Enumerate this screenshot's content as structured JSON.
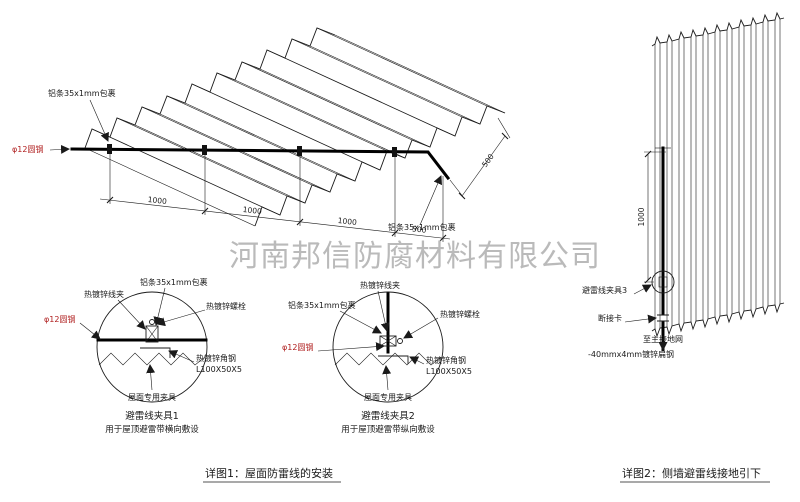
{
  "watermark_text": "河南邦信防腐材料有限公司",
  "captions": {
    "detail1": "详图1：屋面防雷线的安装",
    "detail2": "详图2：侧墙避雷线接地引下"
  },
  "main_view": {
    "strip_label": "铝条35x1mm包裹",
    "strip_label_right": "铝条35x1mm包裹",
    "round_steel_label": "φ12圆钢",
    "dim_1000a": "1000",
    "dim_1000b": "1000",
    "dim_1000c": "1000",
    "dim_500a": "500",
    "dim_500_side": "500"
  },
  "detail1": {
    "title": "避雷线夹具1",
    "subtitle": "用于屋顶避雷带横向敷设",
    "labels": {
      "strip": "铝条35x1mm包裹",
      "wire_clamp": "热镀锌线夹",
      "bolt": "热镀锌螺栓",
      "round_steel": "φ12圆钢",
      "angle_steel": "热镀锌角钢",
      "angle_spec": "L100X50X5",
      "roof_clamp": "屋面专用夹具"
    }
  },
  "detail2": {
    "title": "避雷线夹具2",
    "subtitle": "用于屋顶避雷带纵向敷设",
    "labels": {
      "strip": "铝条35x1mm包裹",
      "wire_clamp": "热镀锌线夹",
      "bolt": "热镀锌螺栓",
      "round_steel": "φ12圆钢",
      "angle_steel": "热镀锌角钢",
      "angle_spec": "L100X50X5",
      "roof_clamp": "屋面专用夹具"
    }
  },
  "wall_view": {
    "dim_1000": "1000",
    "clamp3_label": "避雷线夹具3",
    "disconnect_label": "断接卡",
    "to_ground_label": "至主接地网",
    "flat_steel_label": "-40mmx4mm镀锌扁钢"
  },
  "colors": {
    "line": "#1a1a1a",
    "accent_red": "#b02020",
    "watermark": "#a9a9a9"
  }
}
